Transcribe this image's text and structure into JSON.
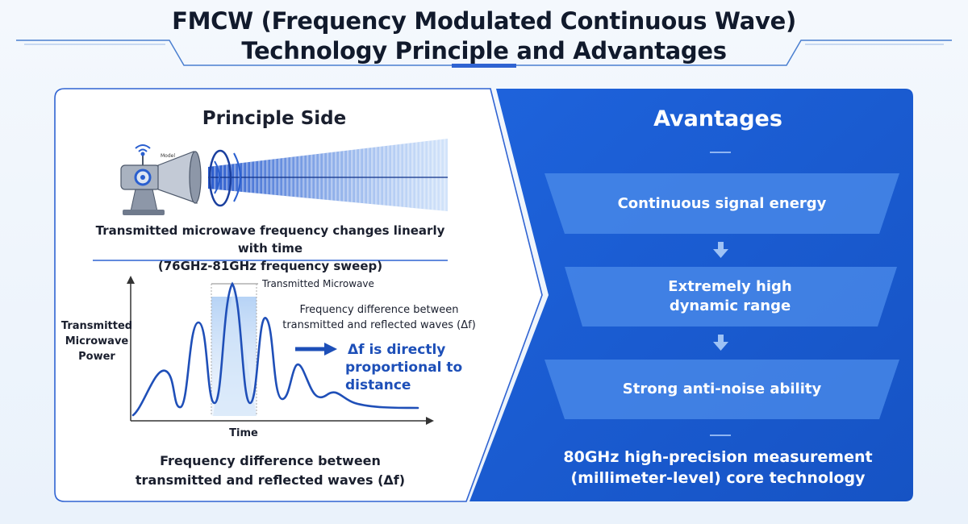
{
  "title": {
    "line1": "FMCW (Frequency Modulated Continuous Wave)",
    "line2": "Technology Principle and Advantages"
  },
  "principle": {
    "heading": "Principle Side",
    "device_tag": "Model",
    "caption_top": {
      "line1": "Transmitted microwave frequency changes linearly with time",
      "line2": "(76GHz-81GHz frequency sweep)"
    },
    "chart": {
      "ylabel": [
        "Transmitted",
        "Microwave",
        "Power"
      ],
      "xlabel": "Time",
      "transmitted_label": "Transmitted Microwave",
      "diff_label": [
        "Frequency difference between",
        "transmitted and reflected waves (Δf)"
      ],
      "note": [
        "Δf is directly",
        "proportional to distance"
      ]
    },
    "caption_bottom": {
      "line1": "Frequency difference between",
      "line2": "transmitted and reflected waves (Δf)"
    }
  },
  "advantages": {
    "heading": "Avantages",
    "items": [
      {
        "lines": [
          "Continuous signal energy"
        ]
      },
      {
        "lines": [
          "Extremely high",
          "dynamic range"
        ]
      },
      {
        "lines": [
          "Strong anti-noise ability"
        ]
      }
    ],
    "footer": {
      "line1": "80GHz high-precision measurement",
      "line2": "(millimeter-level) core technology"
    }
  },
  "colors": {
    "primary_blue": "#1f5fd6",
    "accent_blue": "#2a62d6",
    "title_text": "#111a2c"
  },
  "icons": {
    "device": "radar-sensor-icon",
    "signal": "wifi-signal-icon",
    "arrows": "arrow-down-icon"
  }
}
